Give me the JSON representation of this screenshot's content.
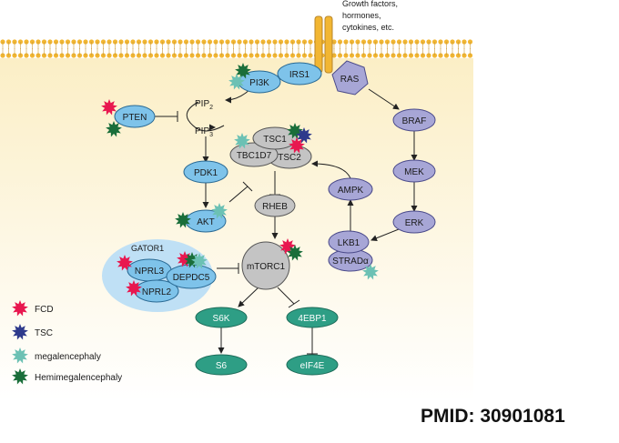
{
  "receptor_label": [
    "Growth factors,",
    "hormones,",
    "cytokines, etc."
  ],
  "nodes": {
    "pi3k": "PI3K",
    "irs1": "IRS1",
    "ras": "RAS",
    "pten": "PTEN",
    "pip2": "PIP",
    "pip2_sub": "2",
    "pip3": "PIP",
    "pip3_sub": "3",
    "pdk1": "PDK1",
    "akt": "AKT",
    "tsc1": "TSC1",
    "tbc1d7": "TBC1D7",
    "tsc2": "TSC2",
    "rheb": "RHEB",
    "mtorc1": "mTORC1",
    "braf": "BRAF",
    "mek": "MEK",
    "erk": "ERK",
    "ampk": "AMPK",
    "lkb1": "LKB1",
    "strada": "STRADα",
    "gator1": "GATOR1",
    "nprl3": "NPRL3",
    "depdc5": "DEPDC5",
    "nprl2": "NPRL2",
    "s6k": "S6K",
    "ebp1": "4EBP1",
    "s6": "S6",
    "eif4e": "eIF4E"
  },
  "legend": [
    {
      "label": "FCD",
      "color": "#e8174f"
    },
    {
      "label": "TSC",
      "color": "#2e3a8c"
    },
    {
      "label": "megalencephaly",
      "color": "#6cc1b4"
    },
    {
      "label": "Hemimegalencephaly",
      "color": "#1a6e3a"
    }
  ],
  "colors": {
    "membrane": "#f2b632",
    "background": "#fdf6dc",
    "blue_node": "#7ec3ea",
    "purple_node": "#a7a6d6",
    "gray_node": "#bdbdbd",
    "green_node": "#2e9e85",
    "gator_bg": "#bfe0f5"
  },
  "pmid": "PMID: 30901081"
}
